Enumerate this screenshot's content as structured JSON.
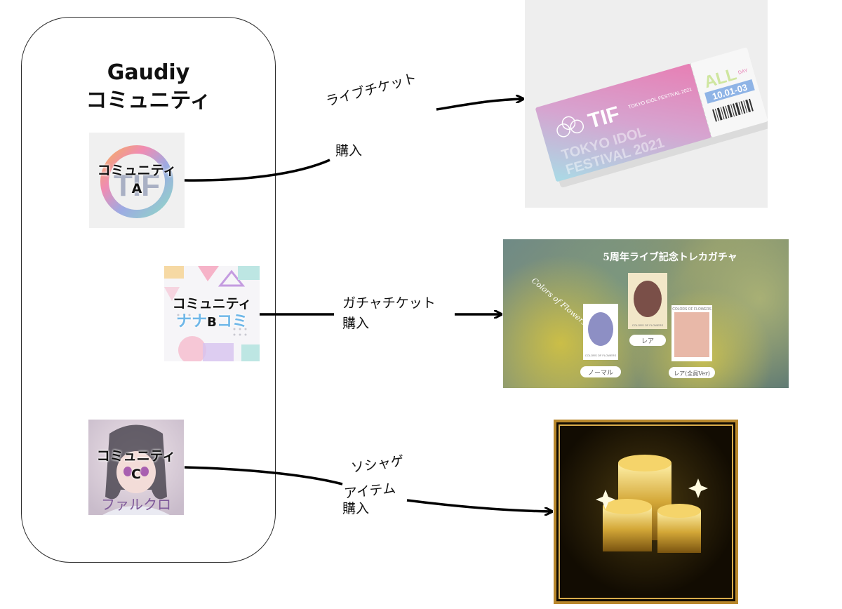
{
  "container": {
    "title_line1": "Gaudiy",
    "title_line2": "コミュニティ"
  },
  "communities": [
    {
      "label_line1": "コミュニティ",
      "label_line2": "A",
      "logo_text": "TIF"
    },
    {
      "label_line1": "コミュニティ",
      "label_line2": "B",
      "logo_text_left": "ナナ",
      "logo_text_right": "コミ"
    },
    {
      "label_line1": "コミュニティ",
      "label_line2": "C",
      "logo_text": "ファルクロ"
    }
  ],
  "arrows": [
    {
      "line1": "ライブチケット",
      "line2": "購入"
    },
    {
      "line1": "ガチャチケット",
      "line2": "購入"
    },
    {
      "line1": "ソシャゲ",
      "line2": "アイテム",
      "line3": "購入"
    }
  ],
  "ticket": {
    "brand": "TIF",
    "brand_sub": "TOKYO IDOL FESTIVAL 2021",
    "faint_line1": "TOKYO IDOL",
    "faint_line2": "FESTIVAL 2021",
    "stub_all": "ALL",
    "stub_day": "DAY",
    "stub_date": "10.01-03"
  },
  "gacha": {
    "title": "5周年ライブ記念トレカガチャ",
    "script_text": "Colors of Flowers",
    "card_labels": [
      "ノーマル",
      "レア",
      "レア(全員Ver)"
    ],
    "card_sub": "COLORS OF FLOWERS"
  },
  "colors": {
    "arrow": "#000000",
    "border": "#2b2b2b",
    "gold": "#d4a838"
  }
}
